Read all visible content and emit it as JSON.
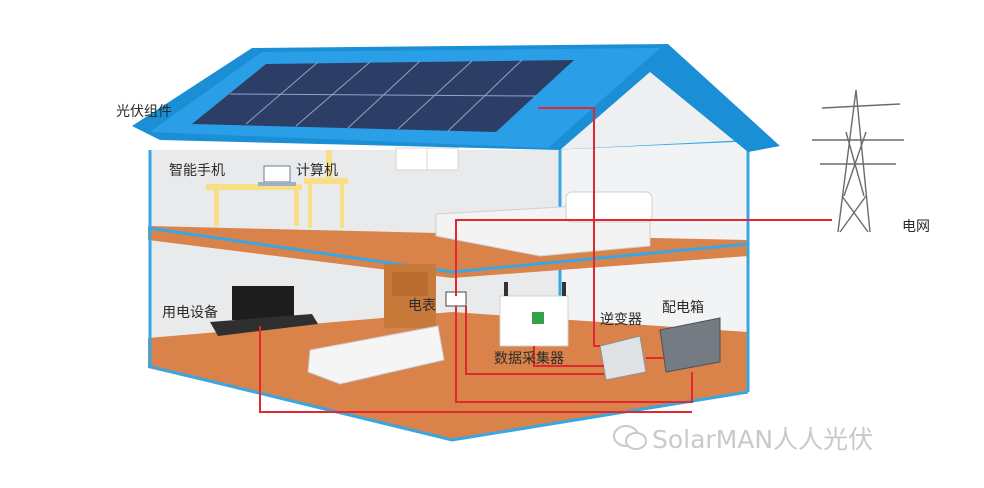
{
  "labels": {
    "pv_modules": "光伏组件",
    "smartphone": "智能手机",
    "computer": "计算机",
    "grid": "电网",
    "appliances": "用电设备",
    "meter": "电表",
    "inverter": "逆变器",
    "distribution_box": "配电箱",
    "data_logger": "数据采集器"
  },
  "watermark": "SolarMAN人人光伏",
  "colors": {
    "roof": "#1b8fd6",
    "wall_outline": "#38a6e3",
    "floor": "#d9824a",
    "wiring": "#e0282e",
    "panel": "#2d3e66"
  }
}
